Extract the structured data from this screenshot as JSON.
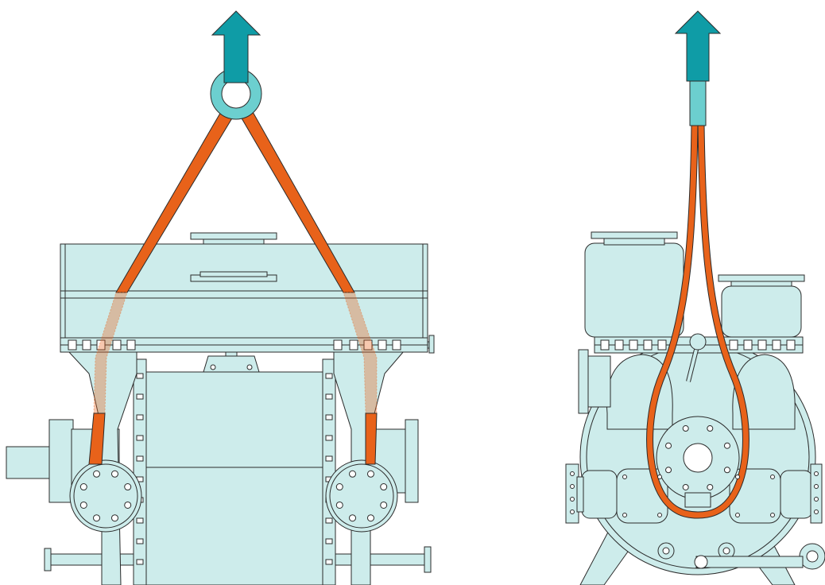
{
  "colors": {
    "machine_fill": "#cdeceb",
    "machine_fill_light": "#dff3f2",
    "outline": "#2b2b2b",
    "sling": "#e8621a",
    "sling_dark": "#b84a10",
    "arrow": "#0f9ca6",
    "ring": "#6ccfcf",
    "background": "#ffffff"
  },
  "views": [
    {
      "name": "side-view",
      "lift_point": "lifting-ring-icon",
      "sling_type": "two-leg"
    },
    {
      "name": "end-view",
      "lift_point": "lifting-hook-shank",
      "sling_type": "basket-loop"
    }
  ],
  "icons": {
    "lift_arrow": "up-arrow-icon",
    "ring": "lifting-ring-icon",
    "flange": "pipe-flange-icon",
    "bolt": "bolt-icon"
  }
}
